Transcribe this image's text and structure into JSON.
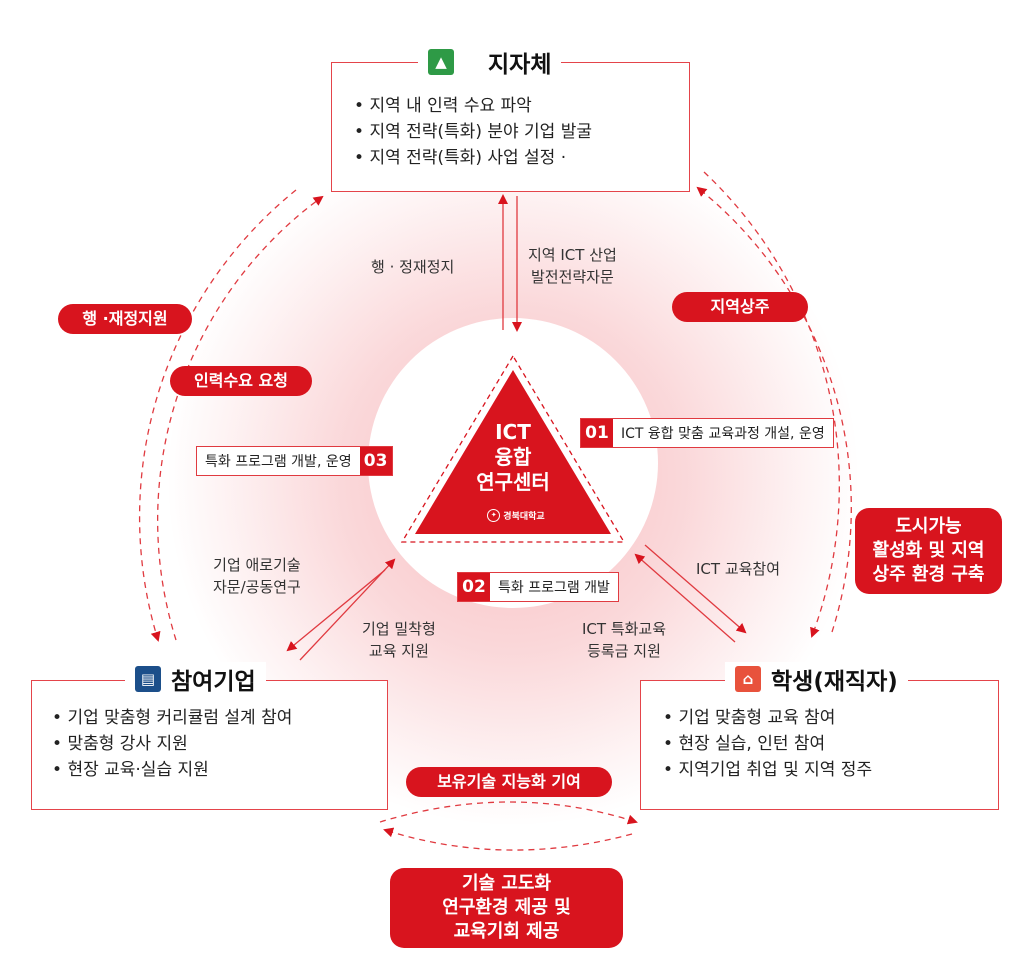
{
  "center": {
    "title_lines": [
      "ICT",
      "융합",
      "연구센터"
    ],
    "seal_label": "경북대학교"
  },
  "municipality": {
    "title": "지자체",
    "icon": "daegu-logo-icon",
    "items": [
      "지역 내 인력 수요 파악",
      "지역 전략(특화) 분야 기업 발굴",
      " 지역 전략(특화) 사업 설정 ·"
    ]
  },
  "company": {
    "title": "참여기업",
    "icon": "building-icon",
    "items": [
      "기업 맞춤형 커리큘럼 설계 참여",
      "맞춤형 강사 지원",
      "현장 교육·실습 지원"
    ]
  },
  "student": {
    "title": "학생(재직자)",
    "icon": "graduation-cap-icon",
    "items": [
      "기업 맞춤형 교육 참여",
      "현장 실습, 인턴 참여",
      " 지역기업 취업 및 지역 정주"
    ]
  },
  "labels": {
    "admin_finance_stop": "행 · 정재정지",
    "regional_ict_1": "지역 ICT 산업",
    "regional_ict_2": "발전전략자문",
    "corp_tech_1": "기업 애로기술",
    "corp_tech_2": "자문/공동연구",
    "corp_edu_1": "기업 밀착형",
    "corp_edu_2": "교육 지원",
    "ict_edu_participation": "ICT 교육참여",
    "ict_tuition_1": "ICT 특화교육",
    "ict_tuition_2": "등록금 지원"
  },
  "pills": {
    "admin_finance_support": "행 ·재정지원",
    "workforce_request": "인력수요 요청",
    "regional_residence": "지역상주",
    "tech_intelligence": "보유기술 지능화 기여"
  },
  "boxes": {
    "city_revitalization": [
      "도시가능",
      "활성화 및 지역",
      "상주 환경 구축"
    ],
    "tech_advance": [
      "기술 고도화",
      "연구환경 제공 및",
      "교육기회 제공"
    ]
  },
  "tags": {
    "t01": {
      "num": "01",
      "text": "ICT 융합 맞춤 교육과정 개설, 운영"
    },
    "t02": {
      "num": "02",
      "text": "특화 프로그램 개발"
    },
    "t03": {
      "num": "03",
      "text": "특화 프로그램 개발, 운영"
    }
  },
  "colors": {
    "accent": "#d8141e",
    "border": "#e4444a",
    "municipality_icon": "#2e9a46",
    "company_icon": "#1c4f8a",
    "student_icon": "#e8523c"
  }
}
